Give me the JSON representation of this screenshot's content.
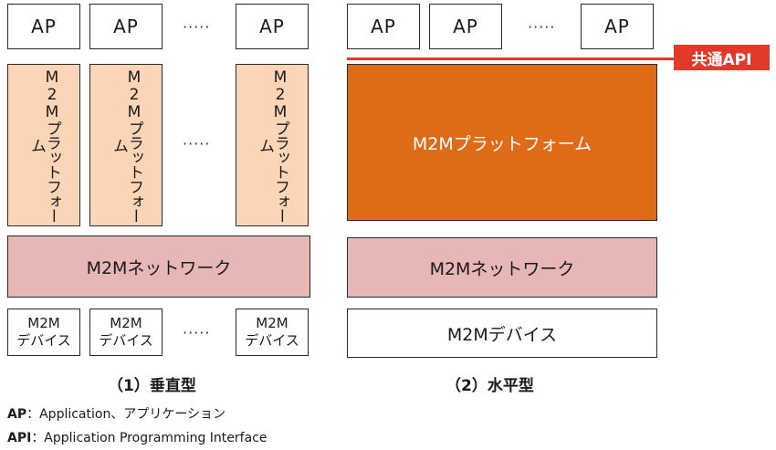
{
  "vertical": {
    "ap_labels": [
      "AP",
      "AP",
      "AP"
    ],
    "ap_dots": "·····",
    "platform_labels": [
      "M2Mプラットフォーム",
      "M2Mプラットフォーム",
      "M2Mプラットフォーム"
    ],
    "platform_dots": "·····",
    "network_label": "M2Mネットワーク",
    "device_labels": [
      "M2M\nデバイス",
      "M2M\nデバイス",
      "M2M\nデバイス"
    ],
    "device_dots": "·····",
    "caption": "（1）垂直型"
  },
  "horizontal": {
    "ap_labels": [
      "AP",
      "AP",
      "AP"
    ],
    "ap_dots": "·····",
    "api_label": "共通API",
    "platform_label": "M2Mプラットフォーム",
    "network_label": "M2Mネットワーク",
    "device_label": "M2Mデバイス",
    "caption": "（2）水平型"
  },
  "legend": [
    {
      "term": "AP",
      "definition": "：Application、アプリケーション"
    },
    {
      "term": "API",
      "definition": "：Application Programming Interface"
    }
  ],
  "colors": {
    "platform_light": "#fbd5b6",
    "platform_dark": "#dd6b18",
    "network": "#e6b7b5",
    "api_accent": "#e23a2a"
  }
}
